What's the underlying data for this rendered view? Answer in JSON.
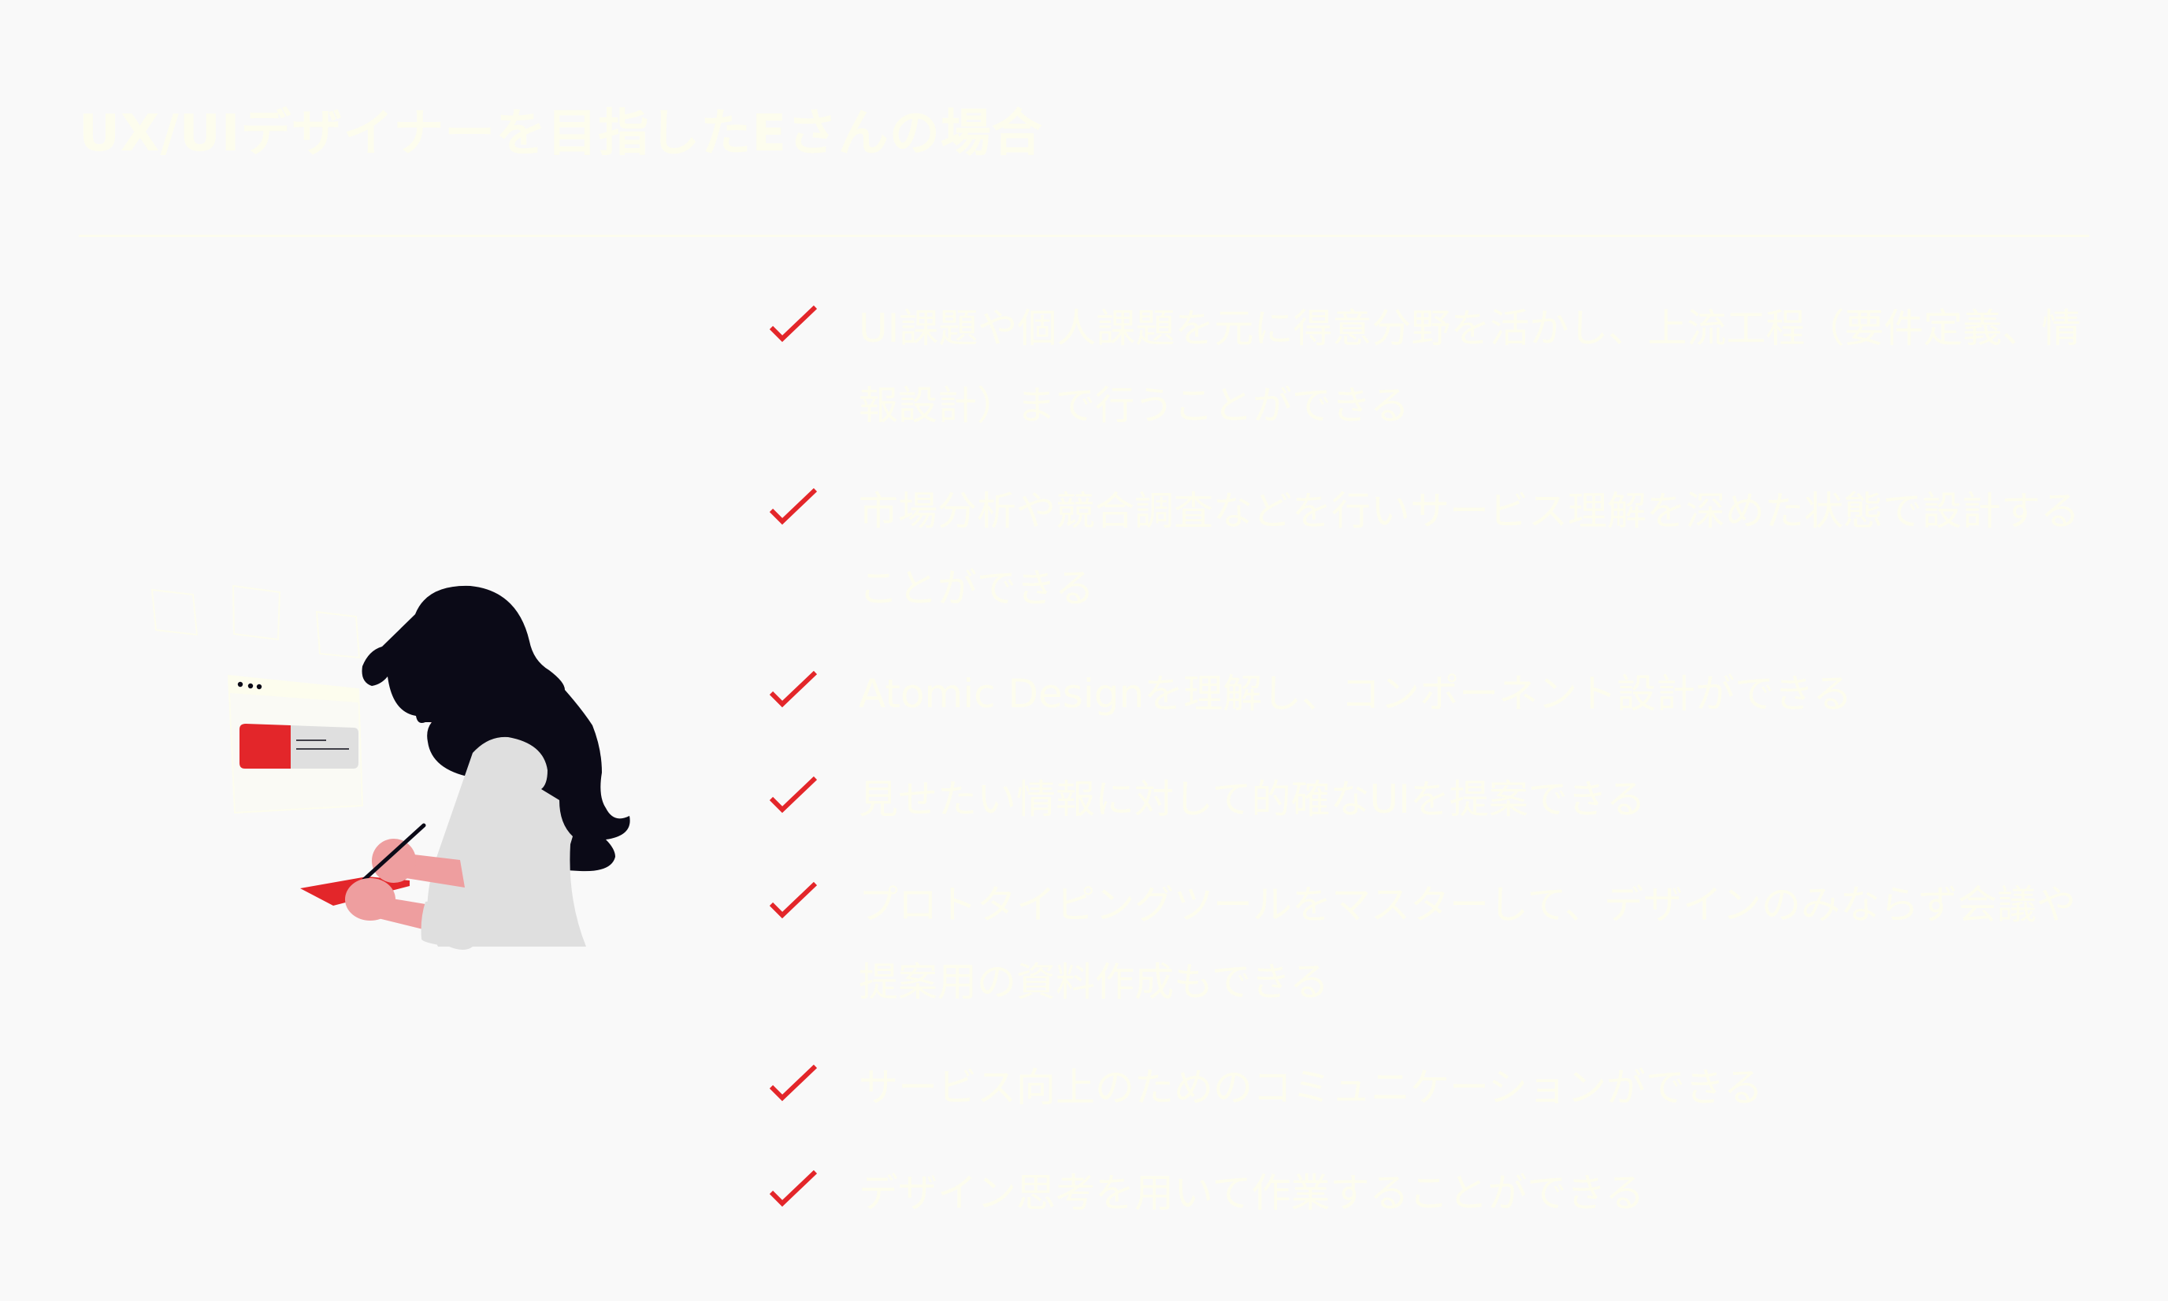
{
  "title": "UX/UIデザイナーを目指したEさんの場合",
  "colors": {
    "accent": "#e3262a",
    "background": "#f9f9f9",
    "text": "#fdfdee"
  },
  "items": [
    {
      "icon": "check-icon",
      "text": "UI課題や個人課題を元に得意分野を活かし、上流工程（要件定義、情報設計）まで行うことができる"
    },
    {
      "icon": "check-icon",
      "text": "市場分析や競合調査などを行いサービス理解を深めた状態で設計することができる"
    },
    {
      "icon": "check-icon",
      "text": "Atomic Designを理解し、コンポーネント設計ができる"
    },
    {
      "icon": "check-icon",
      "text": "見せたい情報に対して的確なUIを提案できる"
    },
    {
      "icon": "check-icon",
      "text": "プロトタイピングツールをマスターして、デザインのみならず会議や提案用の資料作成もできる"
    },
    {
      "icon": "check-icon",
      "text": "サービス向上のためのコミュニケーションができる"
    },
    {
      "icon": "check-icon",
      "text": "デザイン思考を用いて作業することができる"
    }
  ]
}
